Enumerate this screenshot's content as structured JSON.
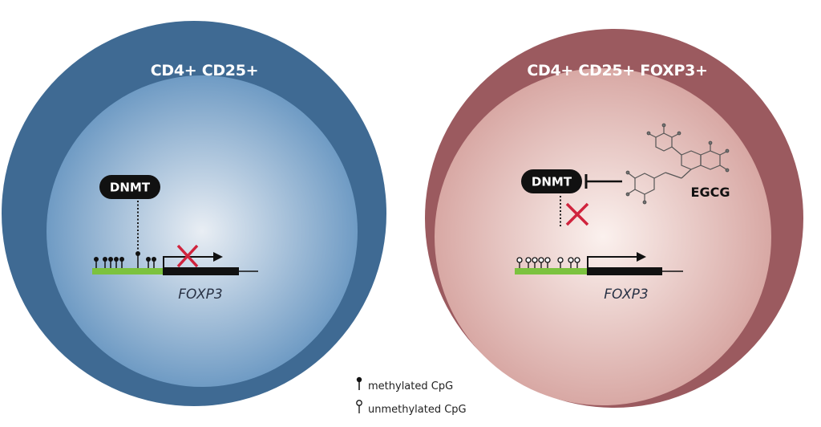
{
  "colors": {
    "left_outer": "#3f6a93",
    "left_inner_center": "#e9eef4",
    "left_inner_edge": "#6f9bc4",
    "right_outer": "#9b5a5f",
    "right_inner_center": "#fbf1ee",
    "right_inner_edge": "#d8a8a4",
    "promoter": "#7cc23f",
    "gene_body": "#111111",
    "block_cross": "#d0233d",
    "pill": "#111111"
  },
  "left_cell": {
    "title": "CD4+ CD25+",
    "enzyme_label": "DNMT",
    "gene_label": "FOXP3"
  },
  "right_cell": {
    "title": "CD4+ CD25+ FOXP3+",
    "enzyme_label": "DNMT",
    "inhibitor_label": "EGCG",
    "gene_label": "FOXP3"
  },
  "legend": {
    "methylated": "methylated CpG",
    "unmethylated": "unmethylated CpG"
  }
}
